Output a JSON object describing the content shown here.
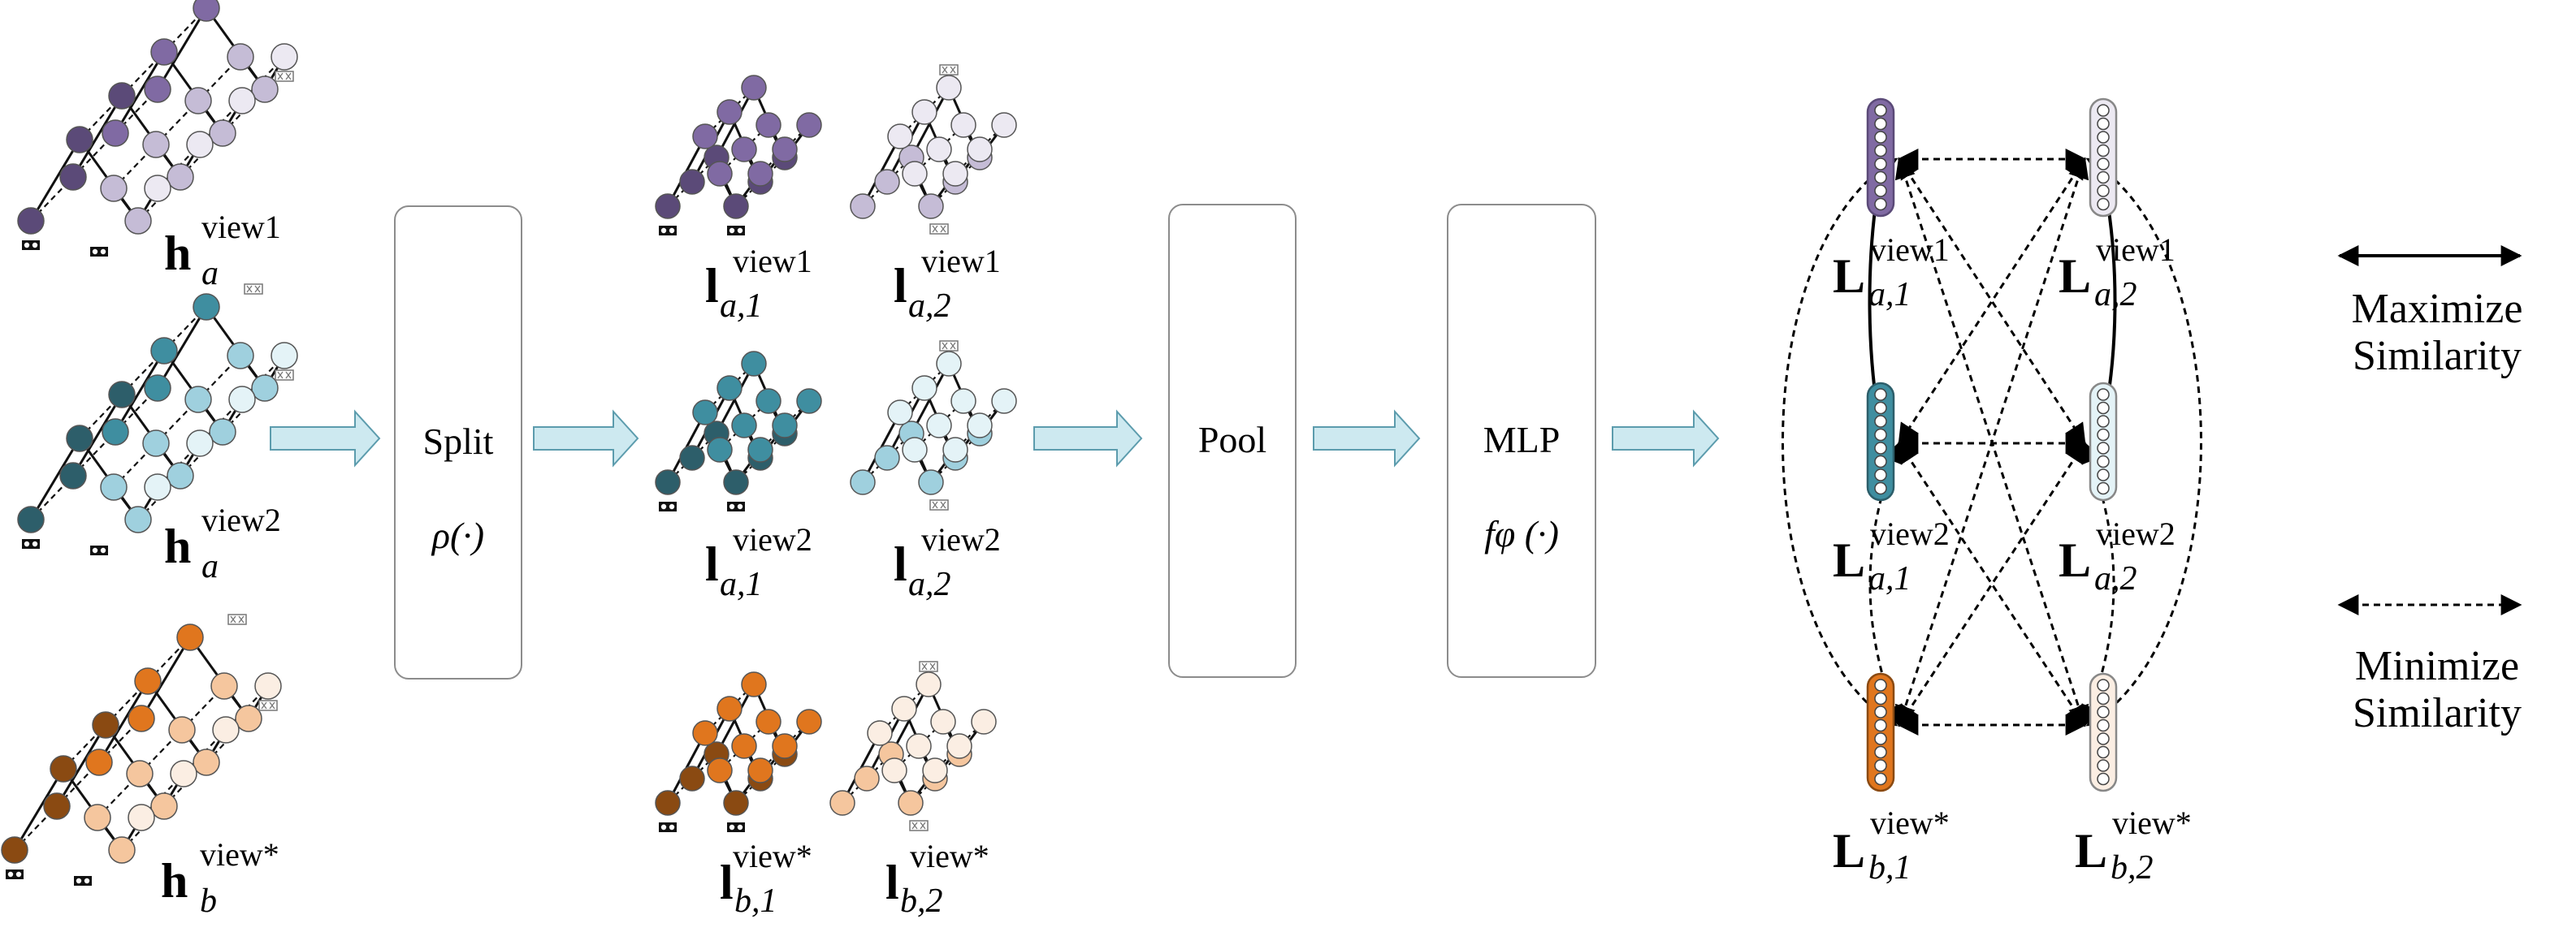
{
  "processing": {
    "split": {
      "name": "Split",
      "fn": "ρ(·)"
    },
    "pool": {
      "name": "Pool"
    },
    "mlp": {
      "name": "MLP",
      "fn": "fφ (·)"
    }
  },
  "hidden_states": [
    {
      "base": "h",
      "sup": "view1",
      "sub": "a"
    },
    {
      "base": "h",
      "sup": "view2",
      "sub": "a"
    },
    {
      "base": "h",
      "sup": "view*",
      "sub": "b"
    }
  ],
  "split_outputs": [
    {
      "base": "l",
      "sup": "view1",
      "sub": "a,1"
    },
    {
      "base": "l",
      "sup": "view1",
      "sub": "a,2"
    },
    {
      "base": "l",
      "sup": "view2",
      "sub": "a,1"
    },
    {
      "base": "l",
      "sup": "view2",
      "sub": "a,2"
    },
    {
      "base": "l",
      "sup": "view*",
      "sub": "b,1"
    },
    {
      "base": "l",
      "sup": "view*",
      "sub": "b,2"
    }
  ],
  "representations": [
    {
      "base": "L",
      "sup": "view1",
      "sub": "a,1"
    },
    {
      "base": "L",
      "sup": "view1",
      "sub": "a,2"
    },
    {
      "base": "L",
      "sup": "view2",
      "sub": "a,1"
    },
    {
      "base": "L",
      "sup": "view2",
      "sub": "a,2"
    },
    {
      "base": "L",
      "sup": "view*",
      "sub": "b,1"
    },
    {
      "base": "L",
      "sup": "view*",
      "sub": "b,2"
    }
  ],
  "legend": {
    "maximize": "Maximize Similarity",
    "minimize": "Minimize Similarity"
  },
  "colors": {
    "purple": [
      "#5b4a78",
      "#806aa3",
      "#c5bcd6",
      "#ece9f2"
    ],
    "teal": [
      "#2d5e6a",
      "#3f8ea0",
      "#9fd0de",
      "#e4f3f7"
    ],
    "orange": [
      "#8a4a12",
      "#e0761e",
      "#f5c69e",
      "#fbeee3"
    ],
    "arrow_fill": "#cde9f0",
    "arrow_stroke": "#5c9cad",
    "box_border": "#8c8c8c"
  }
}
